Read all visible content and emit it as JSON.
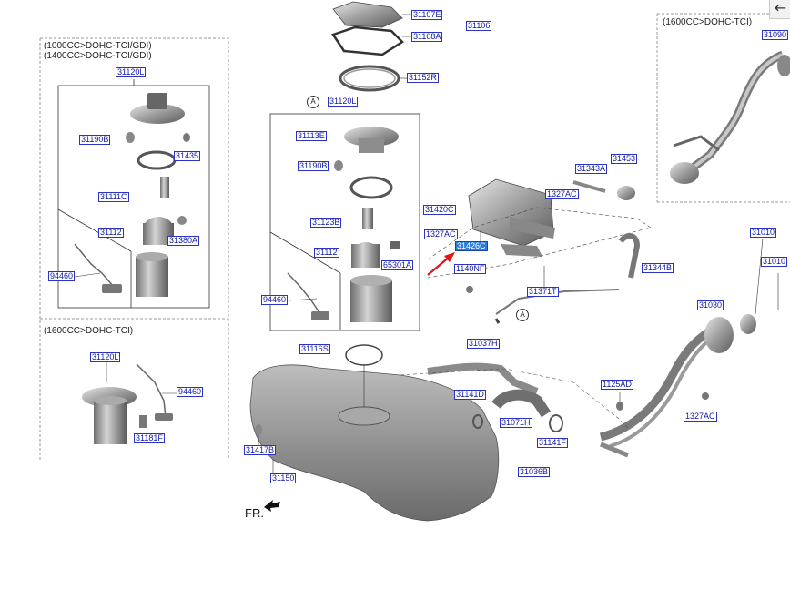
{
  "panel_left": {
    "engine_lines": [
      "(1000CC>DOHC-TCI/GDI)",
      "(1400CC>DOHC-TCI/GDI)"
    ],
    "labels": [
      "31120L",
      "31190B",
      "31435",
      "31111C",
      "31112",
      "31380A",
      "94460"
    ]
  },
  "panel_left_bottom": {
    "engine_line": "(1600CC>DOHC-TCI)",
    "labels": [
      "31120L",
      "94460",
      "31181F"
    ]
  },
  "panel_right": {
    "engine_line": "(1600CC>DOHC-TCI)",
    "labels": [
      "31090"
    ]
  },
  "center": {
    "labels": [
      "31107E",
      "31106",
      "31108A",
      "31152R",
      "31120L",
      "31113E",
      "31190B",
      "31123B",
      "31112",
      "65301A",
      "94460",
      "31116S",
      "31417B",
      "31150"
    ],
    "circle_marker": "A"
  },
  "canister": {
    "labels": [
      "31343A",
      "31453",
      "1327AC",
      "31420C",
      "1327AC",
      "31426C",
      "1140NF",
      "31344B",
      "31371T"
    ],
    "circle_marker": "A",
    "highlighted": "31426C"
  },
  "filler": {
    "labels": [
      "31037H",
      "31141D",
      "31071H",
      "31141F",
      "31036B",
      "1125AD",
      "1327AC",
      "31030",
      "31010",
      "31010"
    ]
  },
  "direction_label": "FR.",
  "back_icon": "←",
  "colors": {
    "label_text": "#0f18a8",
    "label_border": "#2b33c7",
    "highlight_bg": "#2a7de0",
    "pointer_arrow": "#e0141c"
  }
}
